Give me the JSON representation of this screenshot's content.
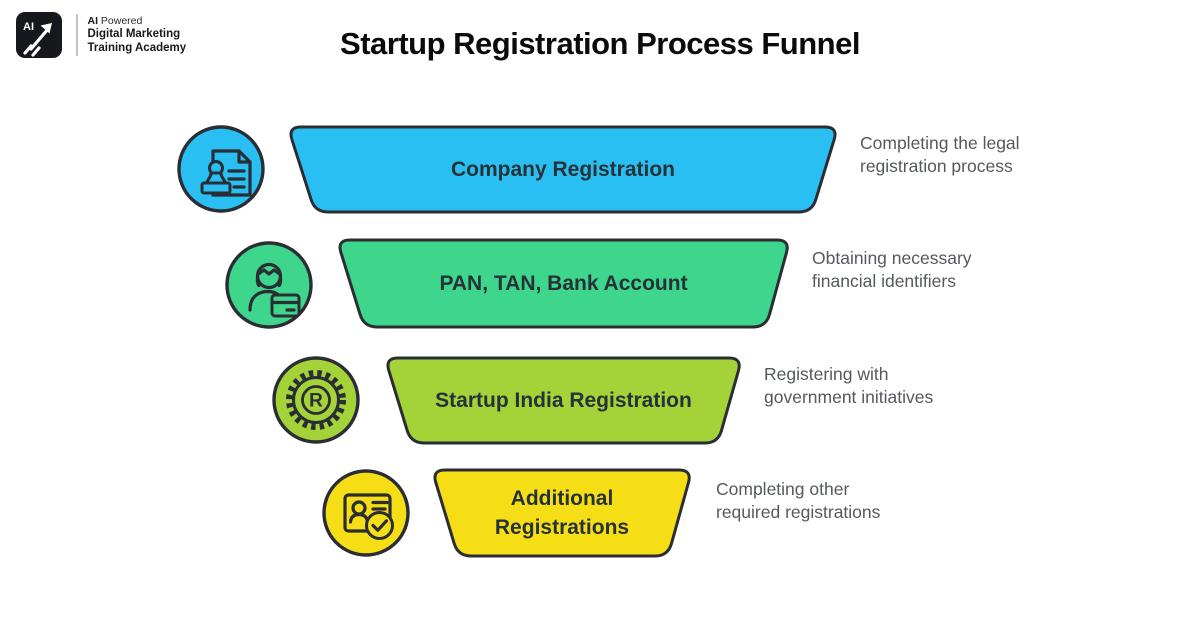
{
  "brand": {
    "logo_monogram": "AI",
    "tagline_bold": "AI",
    "tagline_rest": " Powered",
    "line2": "Digital Marketing",
    "line3": "Training Academy"
  },
  "title": "Startup Registration Process Funnel",
  "colors": {
    "stage_blue": "#29BFF2",
    "stage_green": "#3DD68C",
    "stage_lime": "#A3D239",
    "stage_yellow": "#F6DE17",
    "outline": "#2A2D34",
    "stage_label": "#263238",
    "description_text": "#55595E",
    "title_text": "#0B0B0D",
    "logo_bg": "#17171E"
  },
  "stages": [
    {
      "label": "Company Registration",
      "description": "Completing the legal registration process",
      "color": "#29BFF2",
      "icon": "document-stamp-icon"
    },
    {
      "label": "PAN, TAN, Bank Account",
      "description": "Obtaining necessary financial identifiers",
      "color": "#3DD68C",
      "icon": "person-card-icon"
    },
    {
      "label": "Startup India Registration",
      "description": "Registering with government initiatives",
      "color": "#A3D239",
      "icon": "gear-registered-icon"
    },
    {
      "label": "Additional Registrations",
      "description": "Completing other required registrations",
      "color": "#F6DE17",
      "icon": "id-card-check-icon"
    }
  ],
  "gear_letter": "R"
}
